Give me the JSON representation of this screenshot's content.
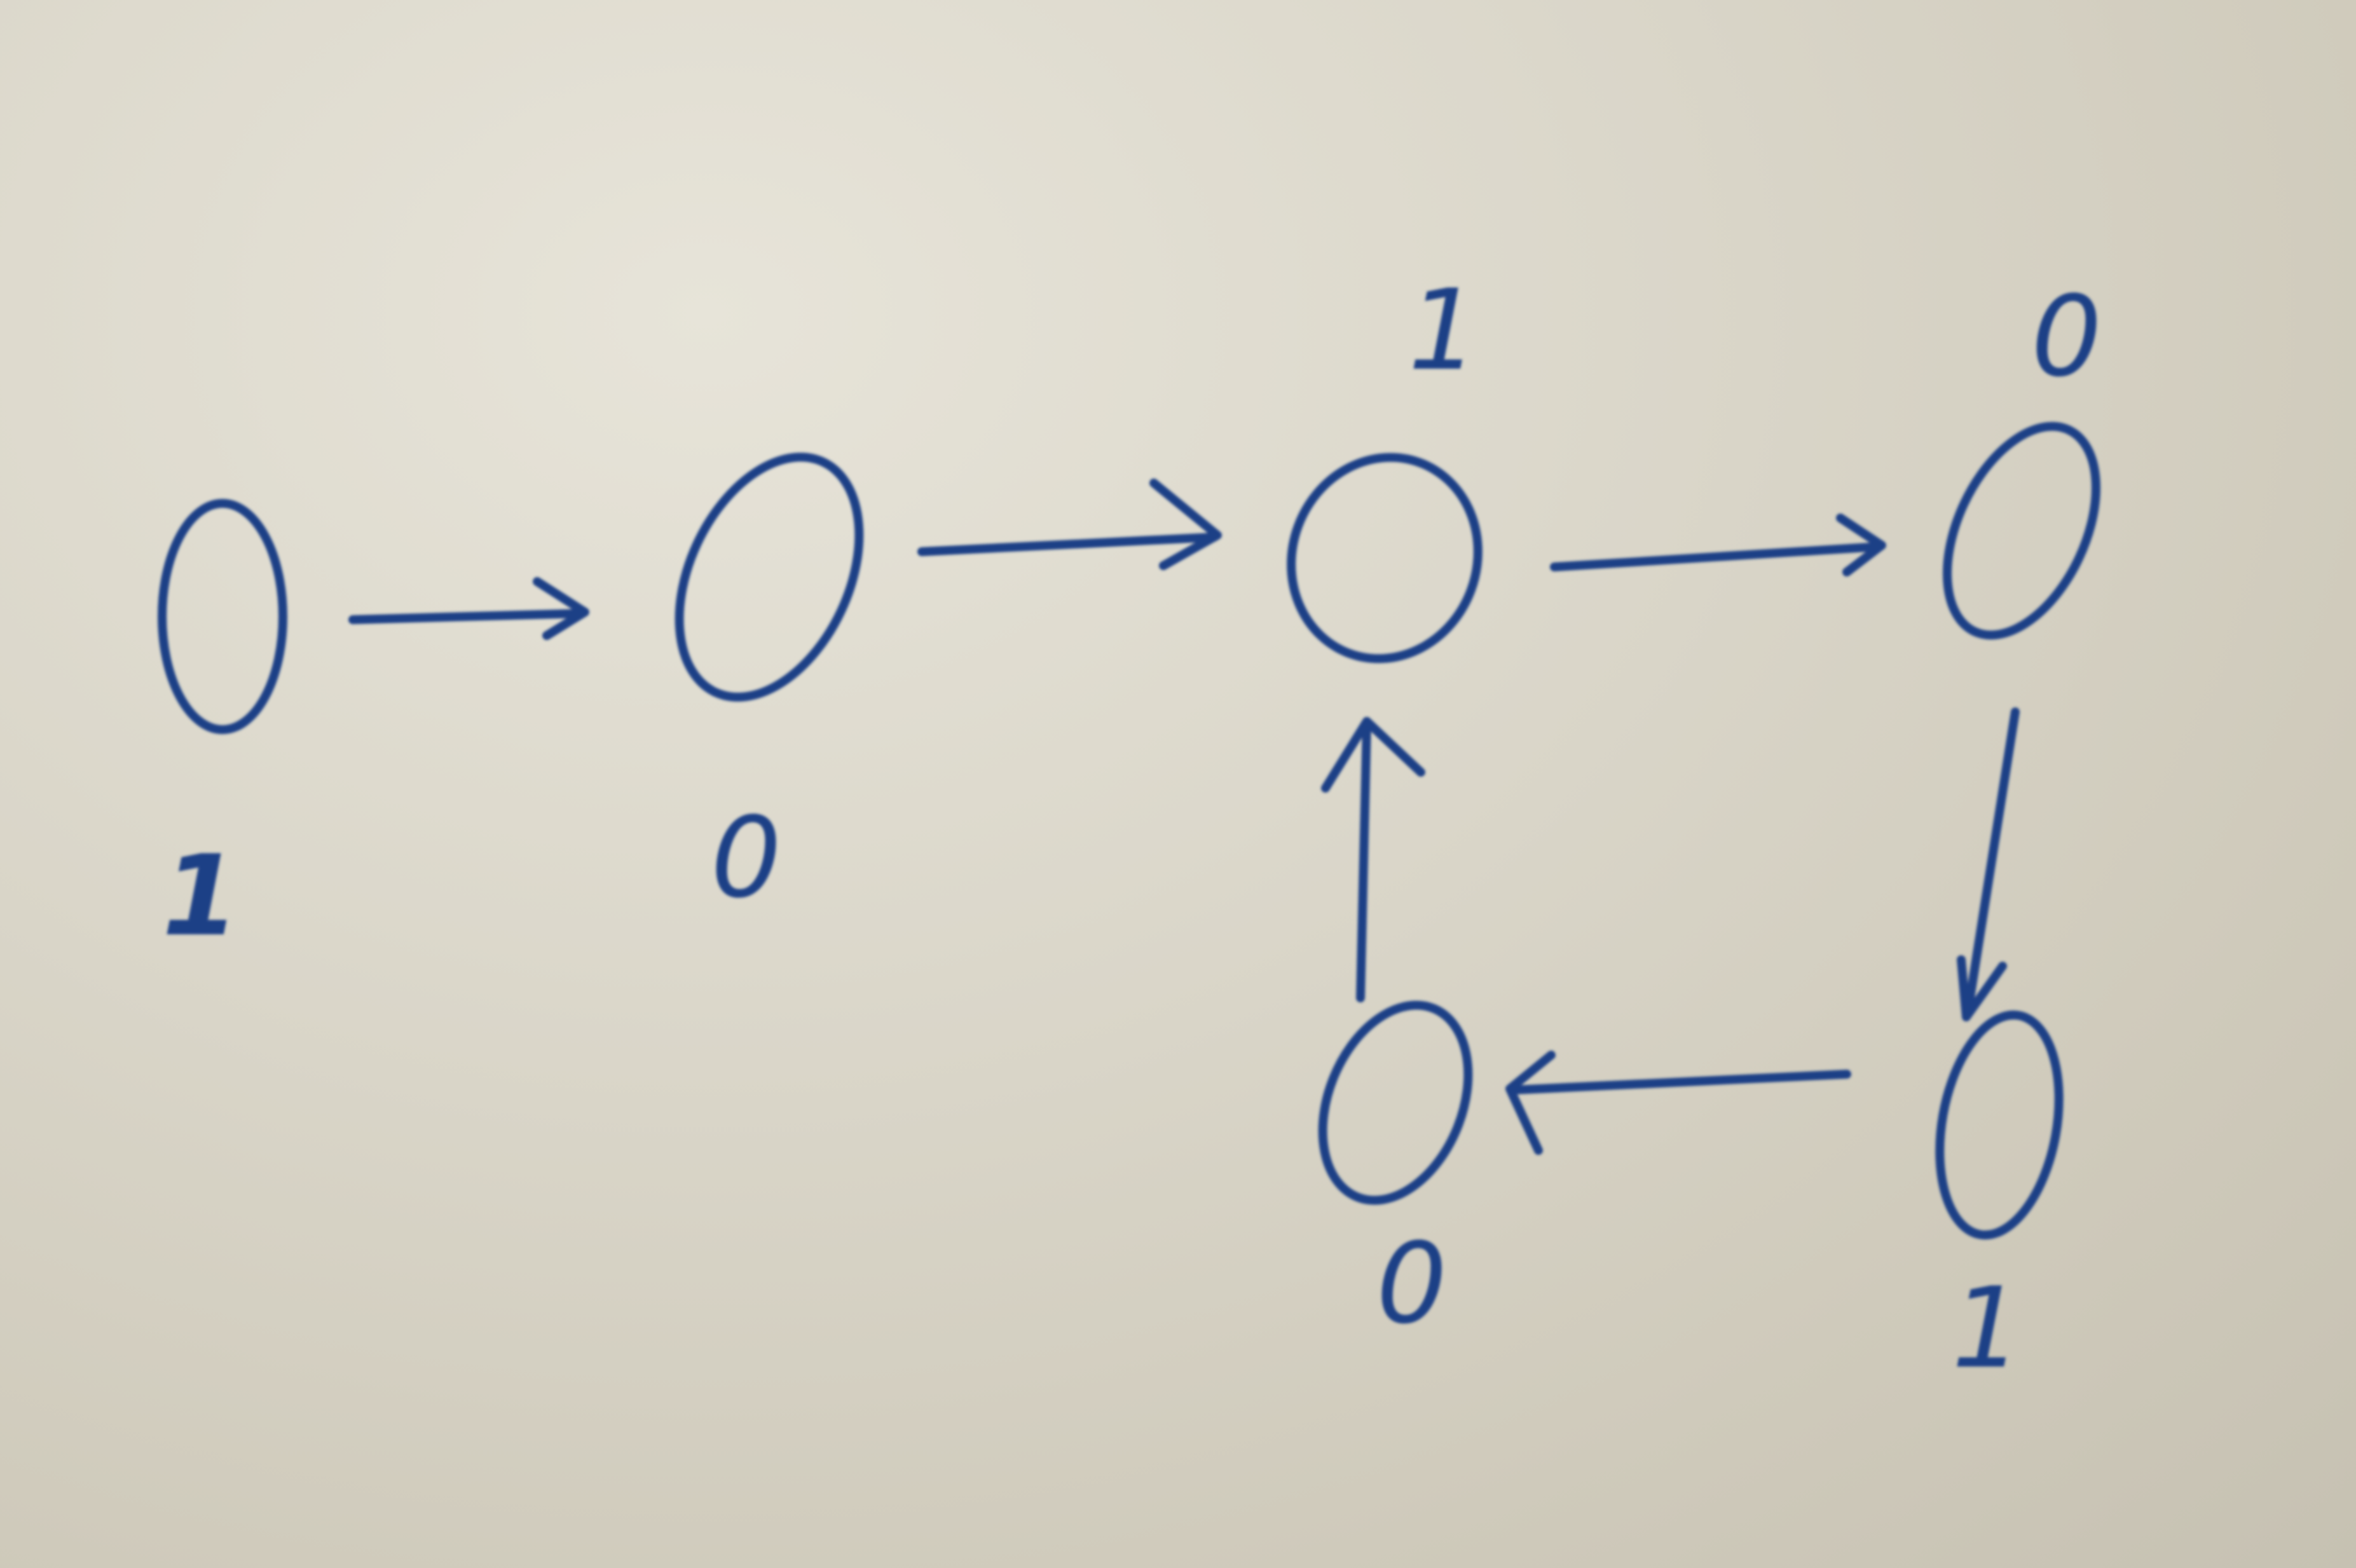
{
  "diagram": {
    "nodes": [
      {
        "id": "n1",
        "label": "1"
      },
      {
        "id": "n2",
        "label": "0"
      },
      {
        "id": "n3",
        "label": "1"
      },
      {
        "id": "n4",
        "label": "0"
      },
      {
        "id": "n5",
        "label": "1"
      },
      {
        "id": "n6",
        "label": "0"
      }
    ],
    "edges": [
      {
        "from": "n1",
        "to": "n2"
      },
      {
        "from": "n2",
        "to": "n3"
      },
      {
        "from": "n3",
        "to": "n4"
      },
      {
        "from": "n4",
        "to": "n5"
      },
      {
        "from": "n5",
        "to": "n6"
      },
      {
        "from": "n6",
        "to": "n3"
      }
    ],
    "ink_color": "#1f3f86",
    "paper_color": "#dcd8cb"
  }
}
